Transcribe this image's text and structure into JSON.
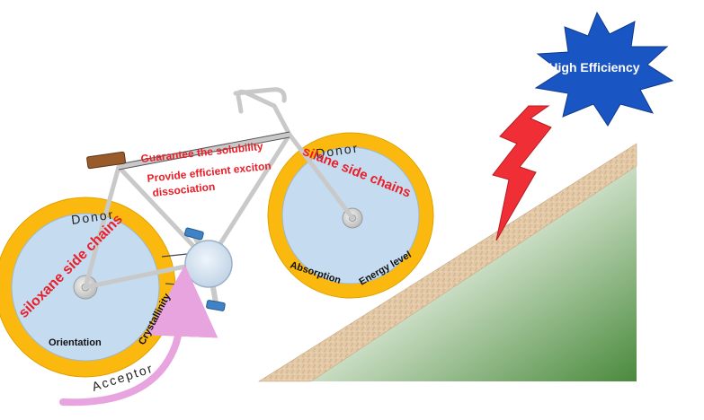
{
  "badge": {
    "text": "High Efficiency"
  },
  "frame_labels": {
    "solubility": "Guarantee the solubility",
    "exciton_line1": "Provide efficient exciton",
    "exciton_line2": "dissociation"
  },
  "rear_wheel": {
    "top_label": "Donor",
    "bottom_label": "Acceptor",
    "side_chain_label": "siloxane side chains",
    "property_1": "Orientation",
    "property_2": "Crystallinity"
  },
  "front_wheel": {
    "top_label": "Donor",
    "side_chain_label": "silane side chains",
    "property_1": "Absorption",
    "property_2": "Energy level"
  },
  "colors": {
    "tire": "#fbb90f",
    "wheel_inner": "#c5dcf0",
    "frame": "#c9c9c9",
    "accent_red": "#e8202a",
    "burst_blue": "#1a55c4",
    "lightning": "#ef2f35",
    "seat": "#9a5b2a",
    "pedal": "#3f82c6",
    "arrow": "#e8a4df"
  }
}
